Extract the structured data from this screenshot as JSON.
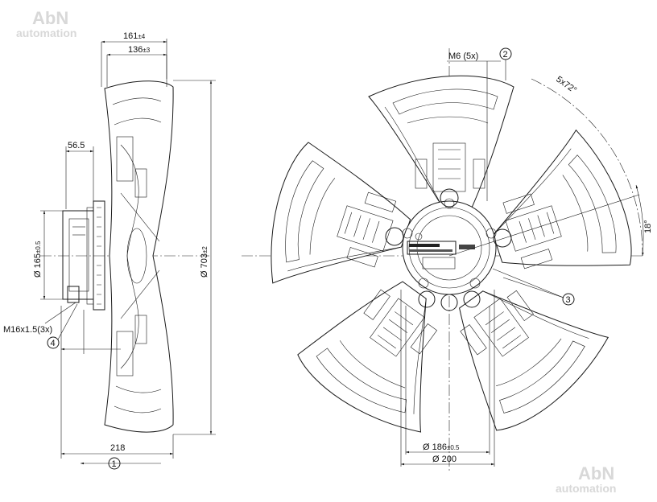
{
  "watermark": {
    "name": "AbN",
    "sub": "automation"
  },
  "side_view": {
    "overall_depth": {
      "value": "161",
      "tol": "±4"
    },
    "blade_depth": {
      "value": "136",
      "tol": "±3"
    },
    "shaft_offset": "56.5",
    "hub_diameter": {
      "value": "Ø 165",
      "tol": "±0.5"
    },
    "fan_diameter": {
      "value": "Ø 703",
      "tol": "±2"
    },
    "cable_gland": "M16x1.5(3x)",
    "mount_depth": "218",
    "callout_4": "4",
    "callout_1": "1"
  },
  "front_view": {
    "thread": "M6 (5x)",
    "callout_2": "2",
    "callout_3": "3",
    "pitch": "5x72°",
    "angle": "18°",
    "bolt_circle": {
      "value": "Ø 186",
      "tol": "±0.5"
    },
    "flange": "Ø 200"
  }
}
